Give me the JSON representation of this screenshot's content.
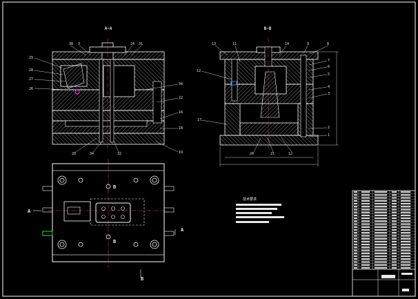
{
  "view_titles": {
    "left": "A-A",
    "right": "B-B"
  },
  "callouts": {
    "left_top": [
      "38",
      "3",
      "24",
      "31"
    ],
    "left_side": [
      "29",
      "28",
      "27",
      "26"
    ],
    "left_right": [
      "34",
      "22",
      "16",
      "18",
      "19"
    ],
    "left_bottom": [
      "20",
      "34",
      "32"
    ],
    "right_top": [
      "13",
      "11",
      "14",
      "9",
      "8"
    ],
    "right_left": [
      "12",
      "17"
    ],
    "right_right": [
      "7",
      "6",
      "5",
      "4",
      "3",
      "2",
      "1"
    ],
    "right_bottom": [
      "20",
      "21",
      "12"
    ]
  },
  "section_marks": {
    "a": "A",
    "b": "B"
  },
  "notes": {
    "heading": "技术要求",
    "lines": [
      "",
      "",
      "",
      ""
    ]
  },
  "bom": {
    "rows": 27,
    "title": ""
  },
  "colors": {
    "line": "#ffffff",
    "hatch": "#c8c8c8",
    "center": "#ff4040",
    "accent_green": "#2ee02e",
    "accent_magenta": "#ff40ff",
    "accent_blue": "#4aa0ff"
  }
}
